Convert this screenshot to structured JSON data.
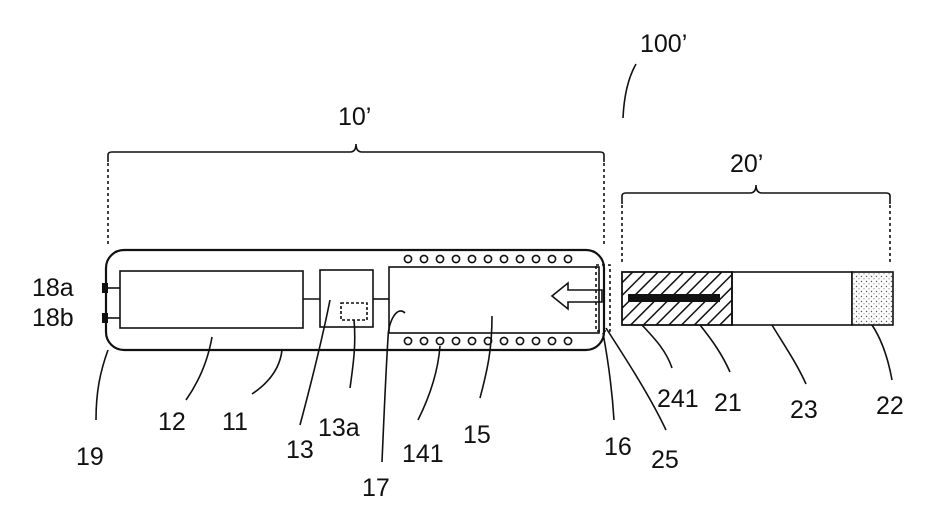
{
  "figure": {
    "labels": {
      "assembly": "100’",
      "device": "10’",
      "article": "20’",
      "connector_a": "18a",
      "connector_b": "18b",
      "housing_end": "19",
      "battery": "12",
      "housing": "11",
      "controller": "13",
      "controller_sub": "13a",
      "sensor_line": "17",
      "heater_coil": "141",
      "chamber": "15",
      "opening": "16",
      "insert_arrow": "25",
      "heater_blade": "241",
      "tobacco_section": "21",
      "middle_section": "23",
      "filter": "22"
    }
  },
  "colors": {
    "line": "#111111",
    "background": "#ffffff"
  }
}
